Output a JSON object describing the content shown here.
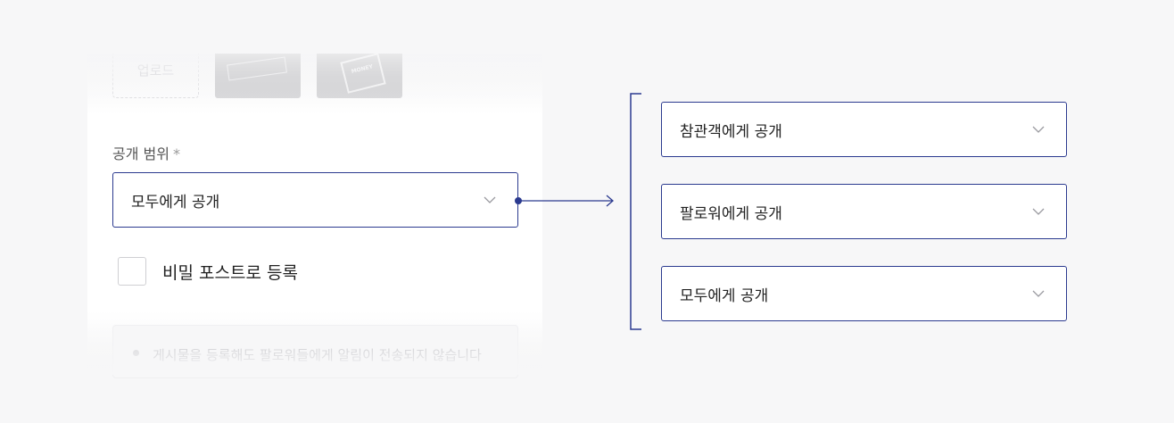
{
  "upload": {
    "label": "업로드"
  },
  "thumbnails": [
    {
      "name": "ticket-thumbnail"
    },
    {
      "name": "money-stamp-thumbnail",
      "stamp_text": "MONEY"
    }
  ],
  "visibility_field": {
    "label": "공개 범위",
    "required_mark": "*",
    "selected_value": "모두에게 공개"
  },
  "secret_post": {
    "label": "비밀 포스트로 등록",
    "checked": false
  },
  "notice": {
    "text": "게시물을 등록해도 팔로워들에게 알림이 전송되지 않습니다"
  },
  "visibility_options": [
    {
      "label": "참관객에게 공개"
    },
    {
      "label": "팔로워에게 공개"
    },
    {
      "label": "모두에게 공개"
    }
  ],
  "colors": {
    "accent": "#2b3a8f",
    "border_muted": "#cfcfd3",
    "background": "#f7f7f8"
  },
  "icons": {
    "dropdown": "chevron-down-icon"
  }
}
